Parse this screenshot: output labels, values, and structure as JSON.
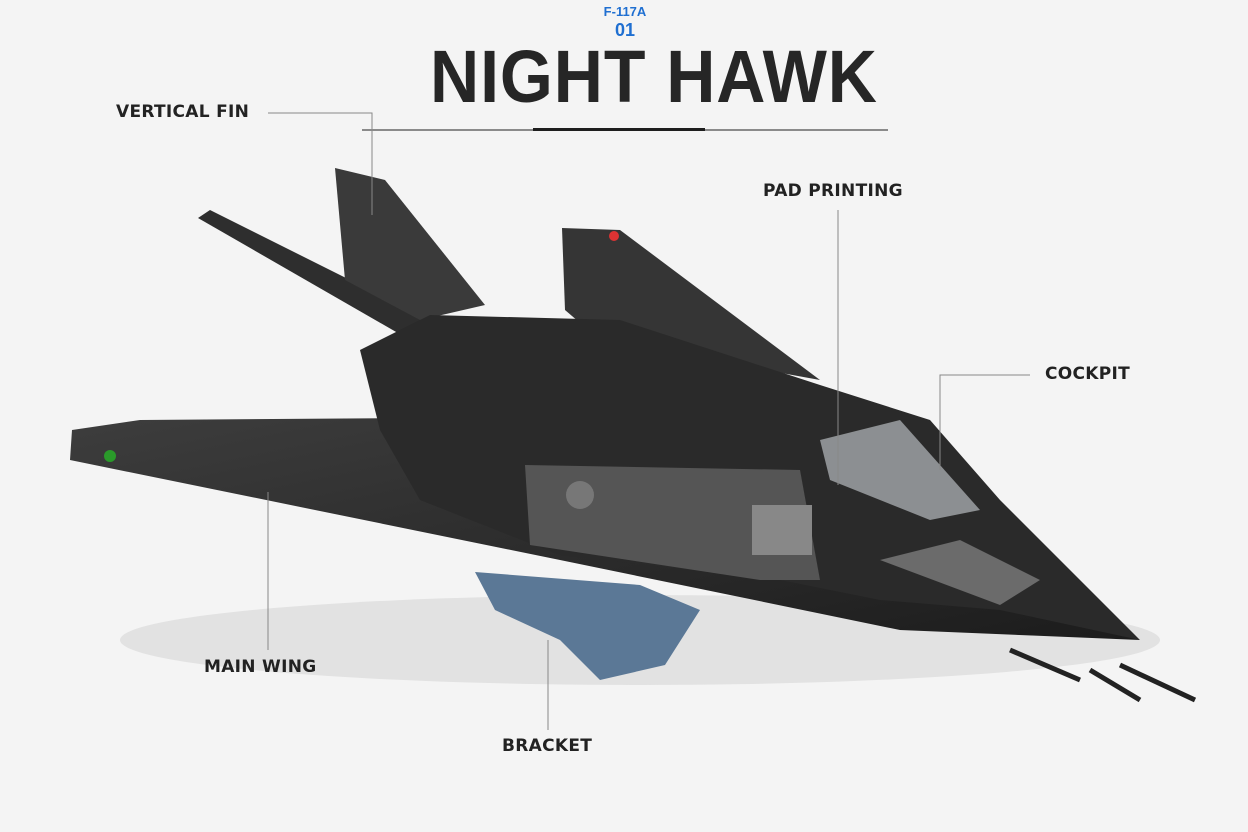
{
  "title": "NIGHT HAWK",
  "subtitle": {
    "model": "F-117A",
    "number": "01"
  },
  "labels": {
    "vertical_fin": "VERTICAL FIN",
    "pad_printing": "PAD PRINTING",
    "cockpit": "COCKPIT",
    "main_wing": "MAIN WING",
    "bracket": "BRACKET"
  },
  "colors": {
    "accent": "#1f6fd1",
    "text": "#222222",
    "plane": "#2b2b2b",
    "bracket": "#5b7896"
  }
}
